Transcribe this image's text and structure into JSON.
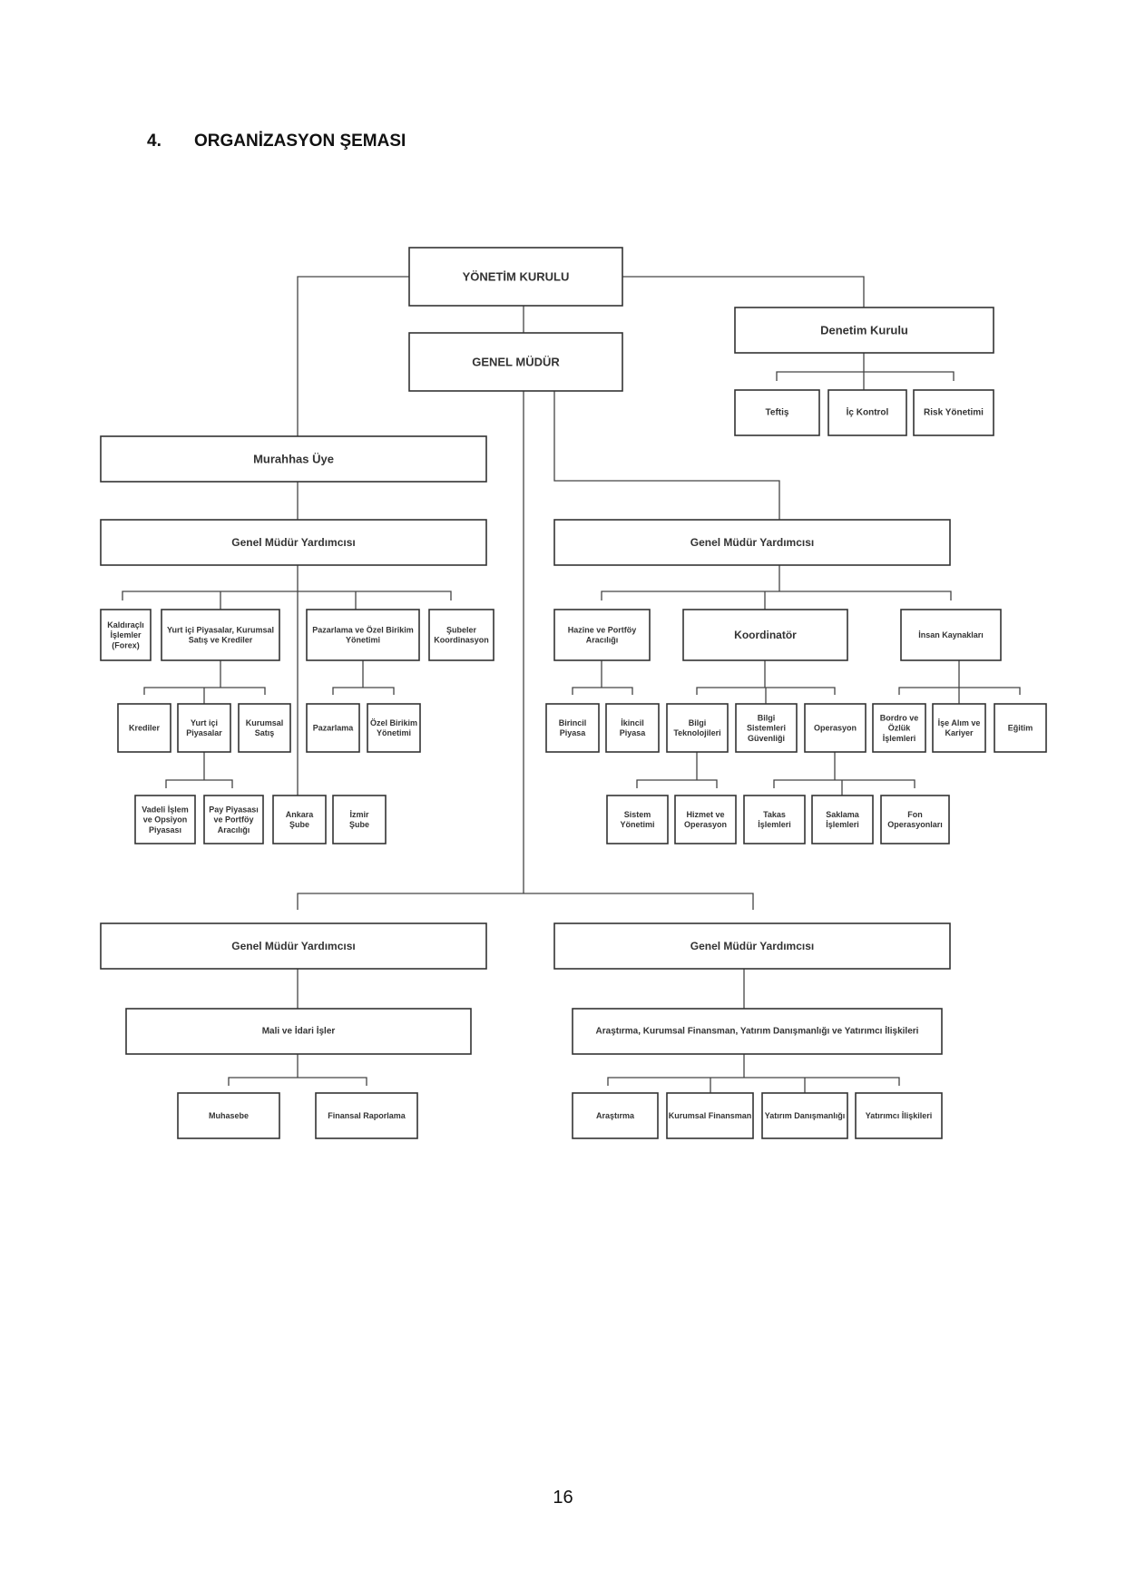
{
  "heading": {
    "number": "4.",
    "title": "ORGANİZASYON ŞEMASI"
  },
  "page_number": "16",
  "nodes": {
    "yk": [
      "YÖNETİM KURULU"
    ],
    "gm": [
      "GENEL MÜDÜR"
    ],
    "dk": [
      "Denetim Kurulu"
    ],
    "teftis": [
      "Teftiş"
    ],
    "ickontrol": [
      "İç Kontrol"
    ],
    "risk": [
      "Risk Yönetimi"
    ],
    "murahhas": [
      "Murahhas Üye"
    ],
    "gmy1": [
      "Genel Müdür Yardımcısı"
    ],
    "gmy2": [
      "Genel Müdür Yardımcısı"
    ],
    "forex": [
      "Kaldıraçlı",
      "İşlemler",
      "(Forex)"
    ],
    "yurtici": [
      "Yurt içi Piyasalar, Kurumsal",
      "Satış ve Krediler"
    ],
    "pazarlama_ozel": [
      "Pazarlama ve Özel Birikim",
      "Yönetimi"
    ],
    "subeler": [
      "Şubeler",
      "Koordinasyon"
    ],
    "krediler": [
      "Krediler"
    ],
    "yurtici_piy": [
      "Yurt içi",
      "Piyasalar"
    ],
    "kurumsal_satis": [
      "Kurumsal",
      "Satış"
    ],
    "pazarlama": [
      "Pazarlama"
    ],
    "ozel_birikim": [
      "Özel Birikim",
      "Yönetimi"
    ],
    "vadeli": [
      "Vadeli İşlem",
      "ve Opsiyon",
      "Piyasası"
    ],
    "pay": [
      "Pay Piyasası",
      "ve Portföy",
      "Aracılığı"
    ],
    "ankara": [
      "Ankara",
      "Şube"
    ],
    "izmir": [
      "İzmir",
      "Şube"
    ],
    "hazine": [
      "Hazine ve Portföy",
      "Aracılığı"
    ],
    "koordinator": [
      "Koordinatör"
    ],
    "ik": [
      "İnsan Kaynakları"
    ],
    "birincil": [
      "Birincil",
      "Piyasa"
    ],
    "ikincil": [
      "İkincil",
      "Piyasa"
    ],
    "bilgi_tek": [
      "Bilgi",
      "Teknolojileri"
    ],
    "bilgi_guv": [
      "Bilgi",
      "Sistemleri",
      "Güvenliği"
    ],
    "operasyon": [
      "Operasyon"
    ],
    "bordro": [
      "Bordro ve",
      "Özlük",
      "İşlemleri"
    ],
    "ise_alim": [
      "İşe Alım ve",
      "Kariyer"
    ],
    "egitim": [
      "Eğitim"
    ],
    "sistem": [
      "Sistem",
      "Yönetimi"
    ],
    "hizmet": [
      "Hizmet ve",
      "Operasyon"
    ],
    "takas": [
      "Takas",
      "İşlemleri"
    ],
    "saklama": [
      "Saklama",
      "İşlemleri"
    ],
    "fon": [
      "Fon",
      "Operasyonları"
    ],
    "gmy3": [
      "Genel Müdür Yardımcısı"
    ],
    "gmy4": [
      "Genel Müdür Yardımcısı"
    ],
    "mali": [
      "Mali ve İdari İşler"
    ],
    "arastirma_grup": [
      "Araştırma, Kurumsal Finansman, Yatırım Danışmanlığı ve Yatırımcı İlişkileri"
    ],
    "muhasebe": [
      "Muhasebe"
    ],
    "finansal": [
      "Finansal Raporlama"
    ],
    "arastirma": [
      "Araştırma"
    ],
    "kurumsal_fin": [
      "Kurumsal Finansman"
    ],
    "yatirim_dan": [
      "Yatırım Danışmanlığı"
    ],
    "yatirimci": [
      "Yatırımcı İlişkileri"
    ]
  }
}
